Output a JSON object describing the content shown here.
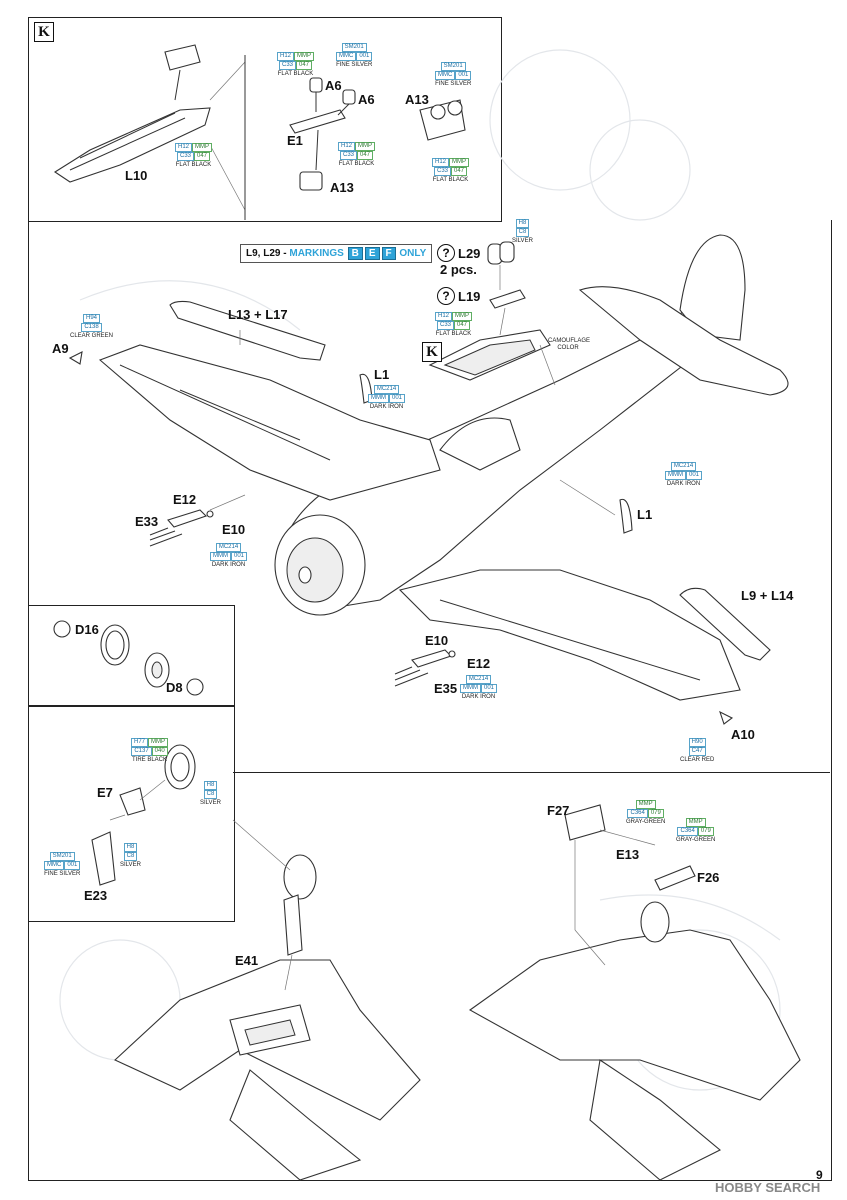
{
  "page_number": "9",
  "watermark": "HOBBY SEARCH",
  "panels": {
    "k_panel": {
      "mark": "K",
      "parts": [
        "L10",
        "A6",
        "A6",
        "E1",
        "A13",
        "A13"
      ],
      "swatches": [
        {
          "codes": [
            "H12",
            "MMP"
          ],
          "codes2": [
            "C33",
            "047"
          ],
          "name": "FLAT BLACK"
        },
        {
          "codes": [
            "SM201"
          ],
          "codes2": [
            "MMC",
            "001"
          ],
          "name": "FINE SILVER"
        },
        {
          "codes": [
            "H12",
            "MMP"
          ],
          "codes2": [
            "C33",
            "047"
          ],
          "name": "FLAT BLACK"
        },
        {
          "codes": [
            "H12",
            "MMP"
          ],
          "codes2": [
            "C33",
            "047"
          ],
          "name": "FLAT BLACK"
        },
        {
          "codes": [
            "SM201"
          ],
          "codes2": [
            "MMC",
            "001"
          ],
          "name": "FINE SILVER"
        },
        {
          "codes": [
            "H12",
            "MMP"
          ],
          "codes2": [
            "C33",
            "047"
          ],
          "name": "FLAT BLACK"
        }
      ]
    },
    "main": {
      "markings_note": {
        "prefix": "L9, L29 - ",
        "word": "MARKINGS",
        "boxes": [
          "B",
          "E",
          "F"
        ],
        "suffix": "ONLY"
      },
      "labels": {
        "l29": "L29",
        "l29_qty": "2 pcs.",
        "l19": "L19",
        "l13_l17": "L13 + L17",
        "a9": "A9",
        "l1a": "L1",
        "l1b": "L1",
        "e12a": "E12",
        "e33": "E33",
        "e10a": "E10",
        "l9_l14": "L9 + L14",
        "e10b": "E10",
        "e12b": "E12",
        "e35": "E35",
        "a10": "A10",
        "k": "K"
      },
      "swatches": {
        "silver": {
          "codes": [
            "H8"
          ],
          "codes2": [
            "C8"
          ],
          "name": "SILVER"
        },
        "clear_green": {
          "codes": [
            "H94"
          ],
          "codes2": [
            "C138"
          ],
          "name": "CLEAR GREEN"
        },
        "flat_black": {
          "codes": [
            "H12",
            "MMP"
          ],
          "codes2": [
            "C33",
            "047"
          ],
          "name": "FLAT BLACK"
        },
        "camouflage": {
          "name": "CAMOUFLAGE COLOR"
        },
        "dark_iron_a": {
          "codes": [
            "MC214"
          ],
          "codes2": [
            "MMM",
            "001"
          ],
          "name": "DARK IRON"
        },
        "dark_iron_b": {
          "codes": [
            "MC214"
          ],
          "codes2": [
            "MMM",
            "001"
          ],
          "name": "DARK IRON"
        },
        "dark_iron_c": {
          "codes": [
            "MC214"
          ],
          "codes2": [
            "MMM",
            "001"
          ],
          "name": "DARK IRON"
        },
        "dark_iron_d": {
          "codes": [
            "MC214"
          ],
          "codes2": [
            "MMM",
            "001"
          ],
          "name": "DARK IRON"
        },
        "clear_red": {
          "codes": [
            "H90"
          ],
          "codes2": [
            "C47"
          ],
          "name": "CLEAR RED"
        }
      }
    },
    "wheel_panel": {
      "d16": "D16",
      "d8": "D8"
    },
    "leg_panel": {
      "e7": "E7",
      "e23": "E23",
      "tire": {
        "codes": [
          "H77",
          "MMP"
        ],
        "codes2": [
          "C137",
          "040"
        ],
        "name": "TIRE BLACK"
      },
      "silver_a": {
        "codes": [
          "H8"
        ],
        "codes2": [
          "C8"
        ],
        "name": "SILVER"
      },
      "silver_b": {
        "codes": [
          "H8"
        ],
        "codes2": [
          "C8"
        ],
        "name": "SILVER"
      },
      "fine_silver": {
        "codes": [
          "SM201"
        ],
        "codes2": [
          "MMC",
          "001"
        ],
        "name": "FINE SILVER"
      }
    },
    "bottom": {
      "e41": "E41",
      "f27": "F27",
      "e13": "E13",
      "f26": "F26",
      "gg1": {
        "codes": [
          "MMP"
        ],
        "codes2": [
          "C364",
          "079"
        ],
        "name": "GRAY-GREEN"
      },
      "gg2": {
        "codes": [
          "MMP"
        ],
        "codes2": [
          "C364",
          "079"
        ],
        "name": "GRAY-GREEN"
      }
    }
  }
}
